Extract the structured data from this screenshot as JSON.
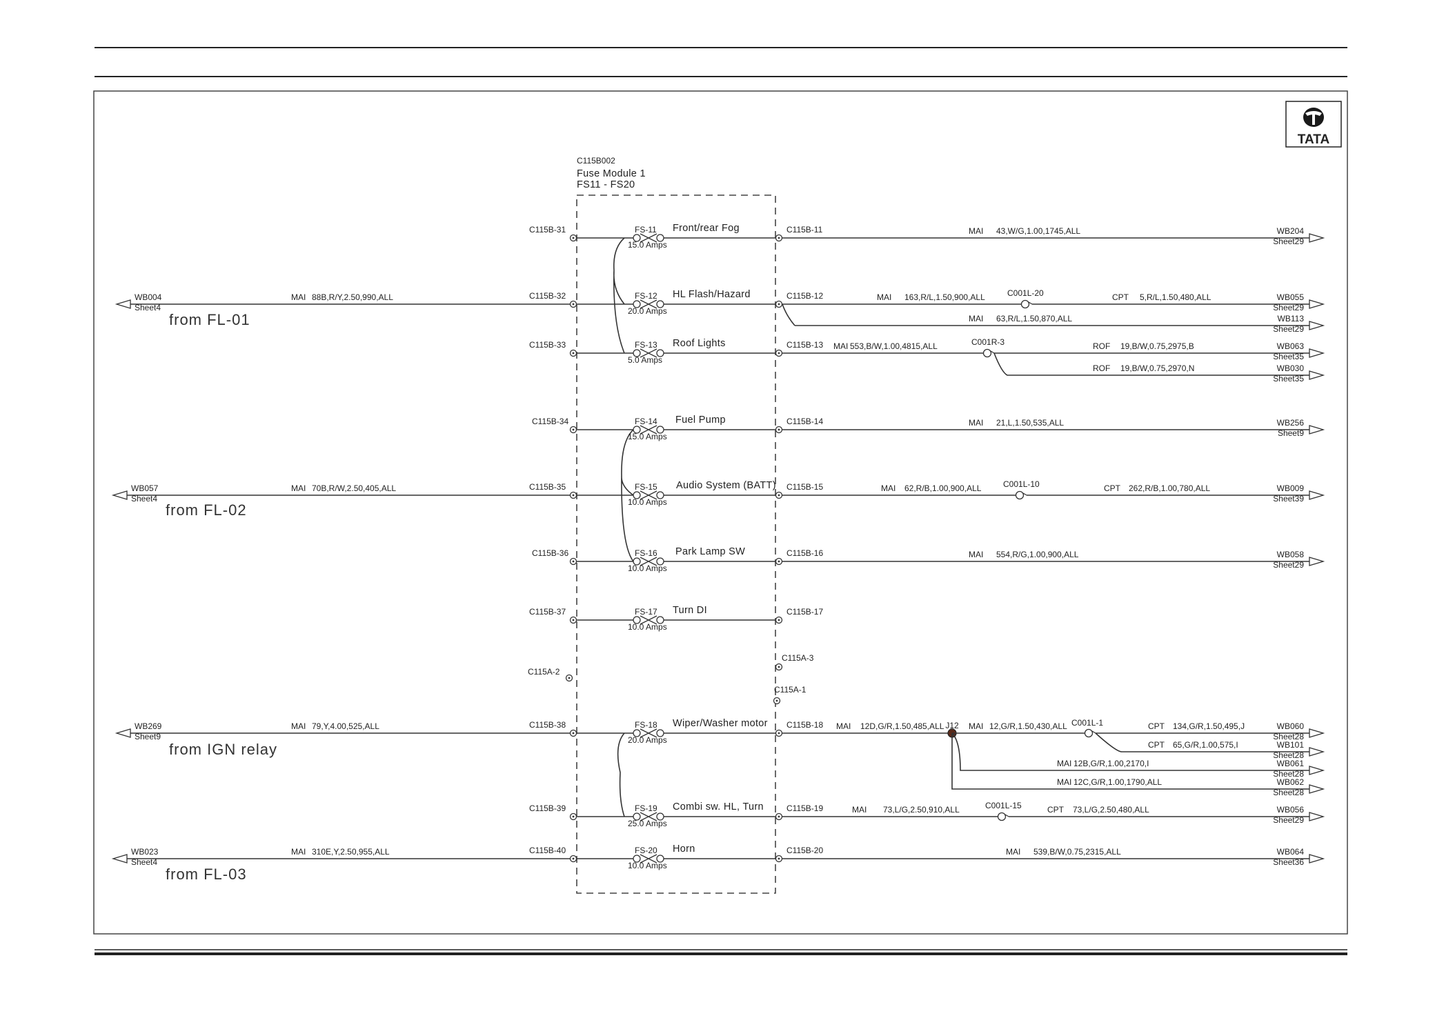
{
  "logo": {
    "text": "TATA"
  },
  "module": {
    "id": "C115B002",
    "name": "Fuse Module 1",
    "range": "FS11 - FS20"
  },
  "sources": [
    {
      "ref": "WB004",
      "sheet": "Sheet4",
      "wire_type": "MAI",
      "wire": "88B,R/Y,2.50,990,ALL",
      "from": "from FL-01"
    },
    {
      "ref": "WB057",
      "sheet": "Sheet4",
      "wire_type": "MAI",
      "wire": "70B,R/W,2.50,405,ALL",
      "from": "from FL-02"
    },
    {
      "ref": "WB269",
      "sheet": "Sheet9",
      "wire_type": "MAI",
      "wire": "79,Y,4.00,525,ALL",
      "from": "from IGN relay"
    },
    {
      "ref": "WB023",
      "sheet": "Sheet4",
      "wire_type": "MAI",
      "wire": "310E,Y,2.50,955,ALL",
      "from": "from FL-03"
    }
  ],
  "fuses": [
    {
      "id": "FS-11",
      "rating": "15.0 Amps",
      "name": "Front/rear Fog",
      "in_pin": "C115B-31",
      "out_pin": "C115B-11"
    },
    {
      "id": "FS-12",
      "rating": "20.0 Amps",
      "name": "HL Flash/Hazard",
      "in_pin": "C115B-32",
      "out_pin": "C115B-12"
    },
    {
      "id": "FS-13",
      "rating": "5.0 Amps",
      "name": "Roof Lights",
      "in_pin": "C115B-33",
      "out_pin": "C115B-13"
    },
    {
      "id": "FS-14",
      "rating": "15.0 Amps",
      "name": "Fuel Pump",
      "in_pin": "C115B-34",
      "out_pin": "C115B-14"
    },
    {
      "id": "FS-15",
      "rating": "10.0 Amps",
      "name": "Audio System (BATT)",
      "in_pin": "C115B-35",
      "out_pin": "C115B-15"
    },
    {
      "id": "FS-16",
      "rating": "10.0 Amps",
      "name": "Park Lamp SW",
      "in_pin": "C115B-36",
      "out_pin": "C115B-16"
    },
    {
      "id": "FS-17",
      "rating": "10.0 Amps",
      "name": "Turn DI",
      "in_pin": "C115B-37",
      "out_pin": "C115B-17"
    },
    {
      "id": "FS-18",
      "rating": "20.0 Amps",
      "name": "Wiper/Washer motor",
      "in_pin": "C115B-38",
      "out_pin": "C115B-18"
    },
    {
      "id": "FS-19",
      "rating": "25.0 Amps",
      "name": "Combi sw. HL, Turn",
      "in_pin": "C115B-39",
      "out_pin": "C115B-19"
    },
    {
      "id": "FS-20",
      "rating": "10.0 Amps",
      "name": "Horn",
      "in_pin": "C115B-40",
      "out_pin": "C115B-20"
    }
  ],
  "extra_pins": {
    "c115a2": "C115A-2",
    "c115a3": "C115A-3",
    "c115a1": "C115A-1"
  },
  "outputs": {
    "fs11": {
      "wt": "MAI",
      "wire": "43,W/G,1.00,1745,ALL",
      "dest": "WB204",
      "sheet": "Sheet29"
    },
    "fs12a": {
      "wt1": "MAI",
      "wire1": "163,R/L,1.50,900,ALL",
      "conn": "C001L-20",
      "wt2": "CPT",
      "wire2": "5,R/L,1.50,480,ALL",
      "dest": "WB055",
      "sheet": "Sheet29"
    },
    "fs12b": {
      "wt": "MAI",
      "wire": "63,R/L,1.50,870,ALL",
      "dest": "WB113",
      "sheet": "Sheet29"
    },
    "fs13a": {
      "wt1": "MAI",
      "wire1": "553,B/W,1.00,4815,ALL",
      "conn": "C001R-3",
      "wt2": "ROF",
      "wire2": "19,B/W,0.75,2975,B",
      "dest": "WB063",
      "sheet": "Sheet35"
    },
    "fs13b": {
      "wt": "ROF",
      "wire": "19,B/W,0.75,2970,N",
      "dest": "WB030",
      "sheet": "Sheet35"
    },
    "fs14": {
      "wt": "MAI",
      "wire": "21,L,1.50,535,ALL",
      "dest": "WB256",
      "sheet": "Sheet9"
    },
    "fs15": {
      "wt1": "MAI",
      "wire1": "62,R/B,1.00,900,ALL",
      "conn": "C001L-10",
      "wt2": "CPT",
      "wire2": "262,R/B,1.00,780,ALL",
      "dest": "WB009",
      "sheet": "Sheet39"
    },
    "fs16": {
      "wt": "MAI",
      "wire": "554,R/G,1.00,900,ALL",
      "dest": "WB058",
      "sheet": "Sheet29"
    },
    "fs18": {
      "wt1": "MAI",
      "wire1": "12D,G/R,1.50,485,ALL",
      "junction": "J12",
      "wt2": "MAI",
      "wire2": "12,G/R,1.50,430,ALL",
      "conn": "C001L-1",
      "b1_wt": "CPT",
      "b1_wire": "134,G/R,1.50,495,J",
      "b1_dest": "WB060",
      "b1_sheet": "Sheet28",
      "b2_wt": "CPT",
      "b2_wire": "65,G/R,1.00,575,I",
      "b2_dest": "WB101",
      "b2_sheet": "Sheet28",
      "b3_wt": "MAI",
      "b3_wire": "12B,G/R,1.00,2170,I",
      "b3_dest": "WB061",
      "b3_sheet": "Sheet28",
      "b4_wt": "MAI",
      "b4_wire": "12C,G/R,1.00,1790,ALL",
      "b4_dest": "WB062",
      "b4_sheet": "Sheet28"
    },
    "fs19": {
      "wt1": "MAI",
      "wire1": "73,L/G,2.50,910,ALL",
      "conn": "C001L-15",
      "wt2": "CPT",
      "wire2": "73,L/G,2.50,480,ALL",
      "dest": "WB056",
      "sheet": "Sheet29"
    },
    "fs20": {
      "wt": "MAI",
      "wire": "539,B/W,0.75,2315,ALL",
      "dest": "WB064",
      "sheet": "Sheet36"
    }
  }
}
